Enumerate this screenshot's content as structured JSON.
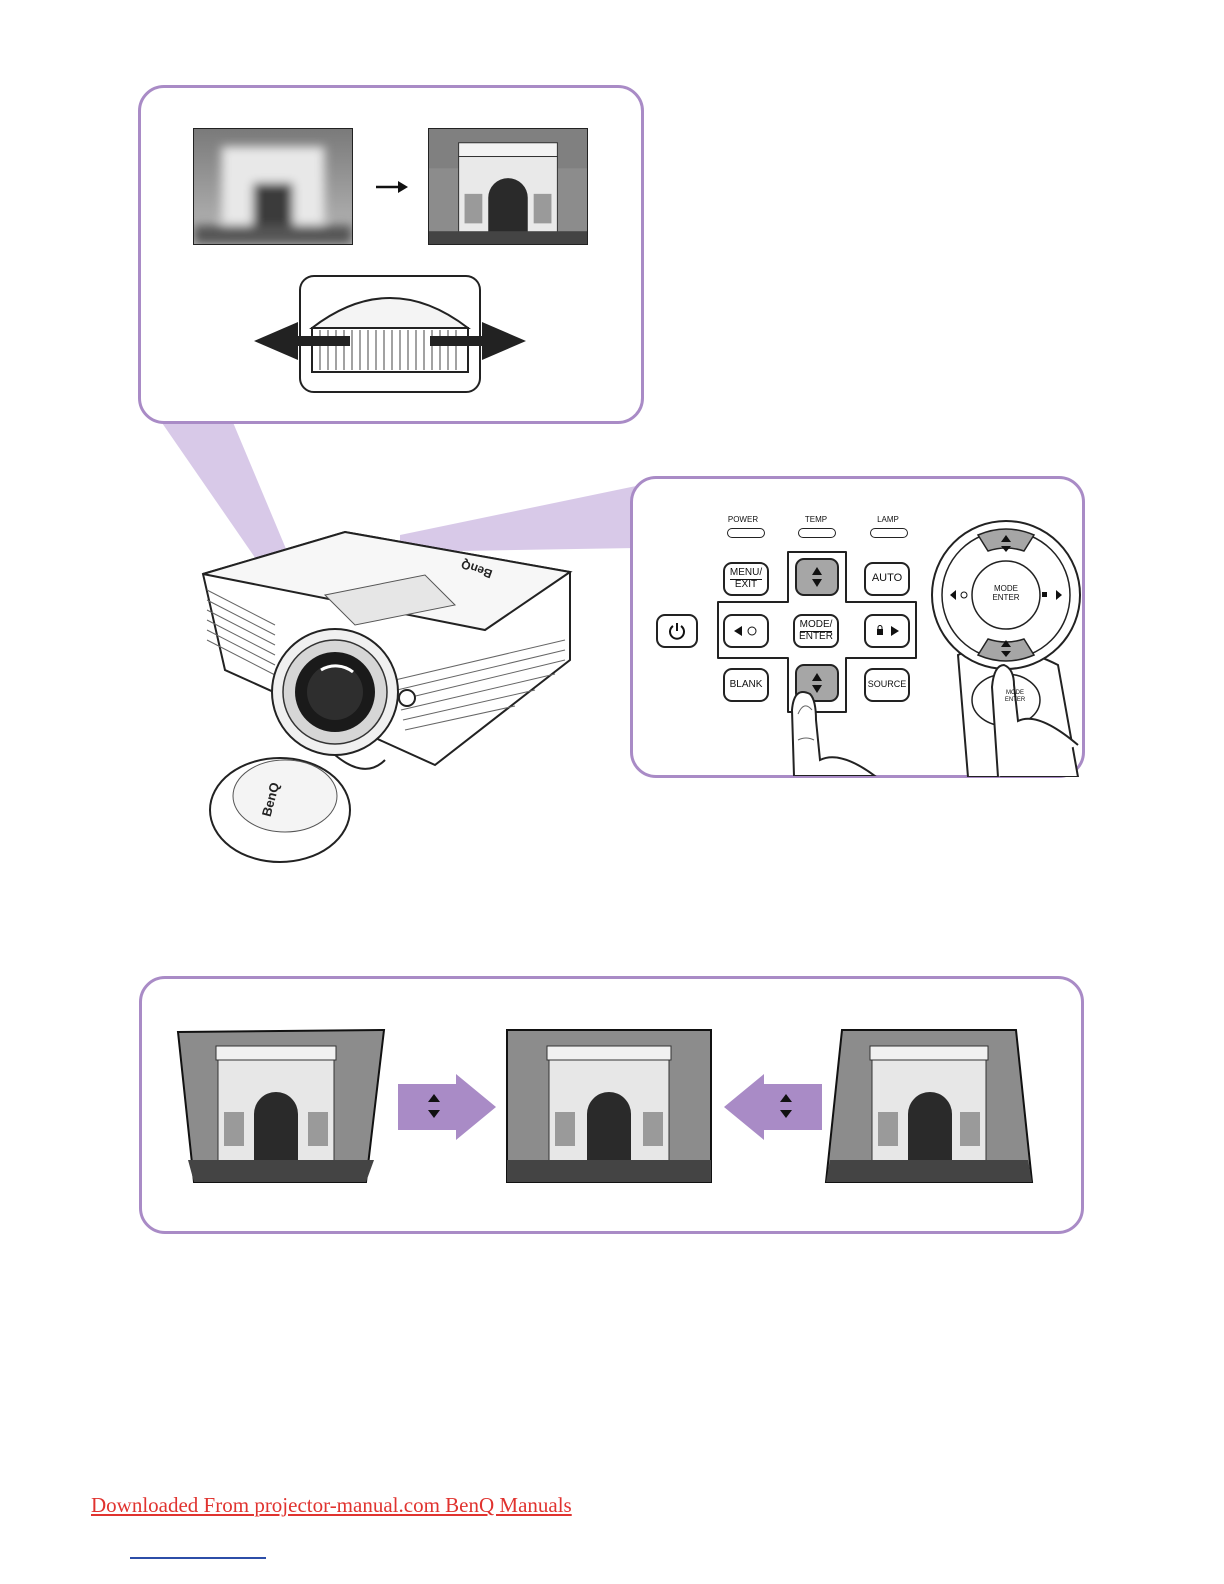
{
  "panel_indicators": {
    "power": "POWER",
    "temp": "TEMP",
    "lamp": "LAMP"
  },
  "panel_buttons": {
    "menu_top": "MENU/",
    "menu_bottom": "EXIT",
    "auto": "AUTO",
    "mode_top": "MODE/",
    "mode_bottom": "ENTER",
    "blank": "BLANK",
    "source": "SOURCE"
  },
  "remote": {
    "mode_top": "MODE",
    "mode_bottom": "ENTER",
    "mode_top_lower": "MODE",
    "mode_bottom_lower": "ENTER"
  },
  "projector_brand": "BenQ",
  "lens_cap_brand": "BenQ",
  "footer": {
    "link_text": "Downloaded From projector-manual.com BenQ Manuals"
  },
  "colors": {
    "panel_border": "#a98bc6",
    "beam": "#d4c3e6",
    "button_gray": "#a6a6a6",
    "link": "#e0332f"
  }
}
